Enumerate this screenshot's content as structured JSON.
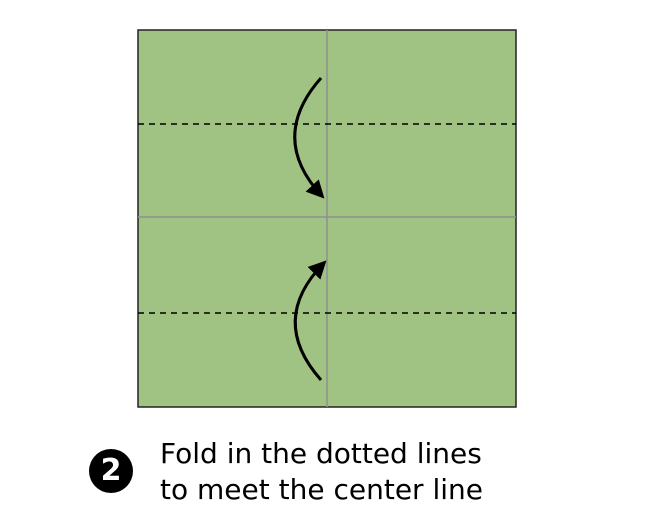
{
  "diagram": {
    "paper_color": "#a0c283",
    "paper_border_color": "#222222",
    "crease_color": "#8f8f8f",
    "dotted_line_color": "#000000",
    "arrow_color": "#000000",
    "arrows": [
      {
        "direction": "down",
        "meaning": "fold top edge down to center"
      },
      {
        "direction": "up",
        "meaning": "fold bottom edge up to center"
      }
    ]
  },
  "step": {
    "number": "2",
    "caption_line_1": "Fold in the dotted lines",
    "caption_line_2": "to meet the center line"
  }
}
